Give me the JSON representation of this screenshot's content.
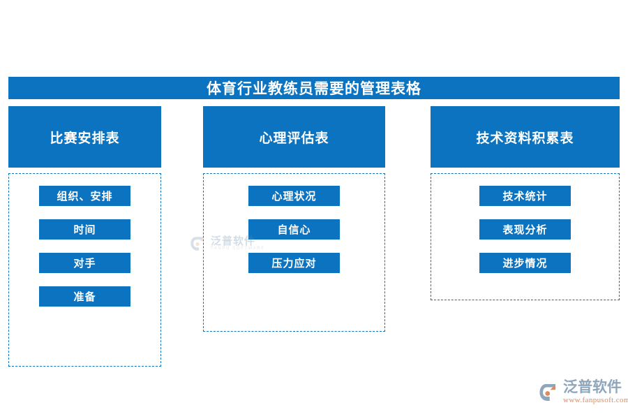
{
  "banner": {
    "title": "体育行业教练员需要的管理表格",
    "color": "#0b73bf"
  },
  "columns": [
    {
      "header": "比赛安排表",
      "items": [
        "组织、安排",
        "时间",
        "对手",
        "准备"
      ]
    },
    {
      "header": "心理评估表",
      "items": [
        "心理状况",
        "自信心",
        "压力应对"
      ]
    },
    {
      "header": "技术资料积累表",
      "items": [
        "技术统计",
        "表现分析",
        "进步情况"
      ]
    }
  ],
  "watermark": {
    "name_cn": "泛普软件",
    "name_en": "FANPU SOFTWARE"
  },
  "logo": {
    "name_cn": "泛普软件",
    "url": "www.fanpusoft.com",
    "accent_color": "#e08a5a",
    "text_color": "#8fa5bb"
  }
}
